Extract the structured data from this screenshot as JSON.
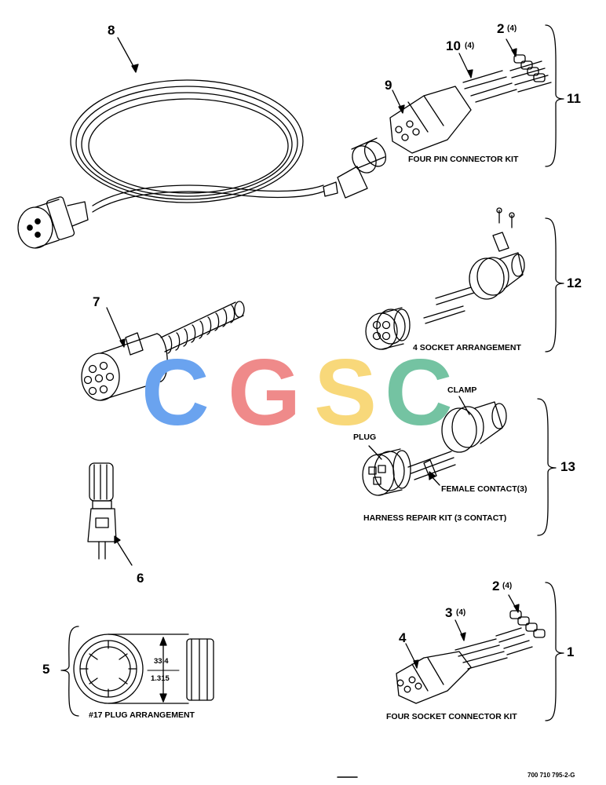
{
  "watermark": {
    "letters": [
      "C",
      "G",
      "S",
      "C"
    ],
    "colors": [
      "#6aa3ef",
      "#ef8a8a",
      "#f8d87a",
      "#74c3a2"
    ]
  },
  "parts": {
    "p8": {
      "num": "8"
    },
    "p2_top": {
      "num": "2",
      "qty": "(4)"
    },
    "p10": {
      "num": "10",
      "qty": "(4)"
    },
    "p9": {
      "num": "9"
    },
    "p11": {
      "num": "11"
    },
    "four_pin_caption": "FOUR PIN CONNECTOR KIT",
    "p12": {
      "num": "12"
    },
    "four_socket_caption": "4 SOCKET ARRANGEMENT",
    "p7": {
      "num": "7"
    },
    "clamp_label": "CLAMP",
    "plug_label": "PLUG",
    "female_contact_label": "FEMALE CONTACT(3)",
    "p13": {
      "num": "13"
    },
    "harness_caption": "HARNESS REPAIR KIT (3 CONTACT)",
    "p6": {
      "num": "6"
    },
    "p2_bottom": {
      "num": "2",
      "qty": "(4)"
    },
    "p3": {
      "num": "3",
      "qty": "(4)"
    },
    "p4": {
      "num": "4"
    },
    "p1": {
      "num": "1"
    },
    "p5": {
      "num": "5"
    },
    "dim_mm": "33.4",
    "dim_in": "1.315",
    "plug17_caption": "#17 PLUG ARRANGEMENT",
    "four_socket_kit_caption": "FOUR SOCKET CONNECTOR KIT"
  },
  "figure_ref": "700 710 795-2-G"
}
